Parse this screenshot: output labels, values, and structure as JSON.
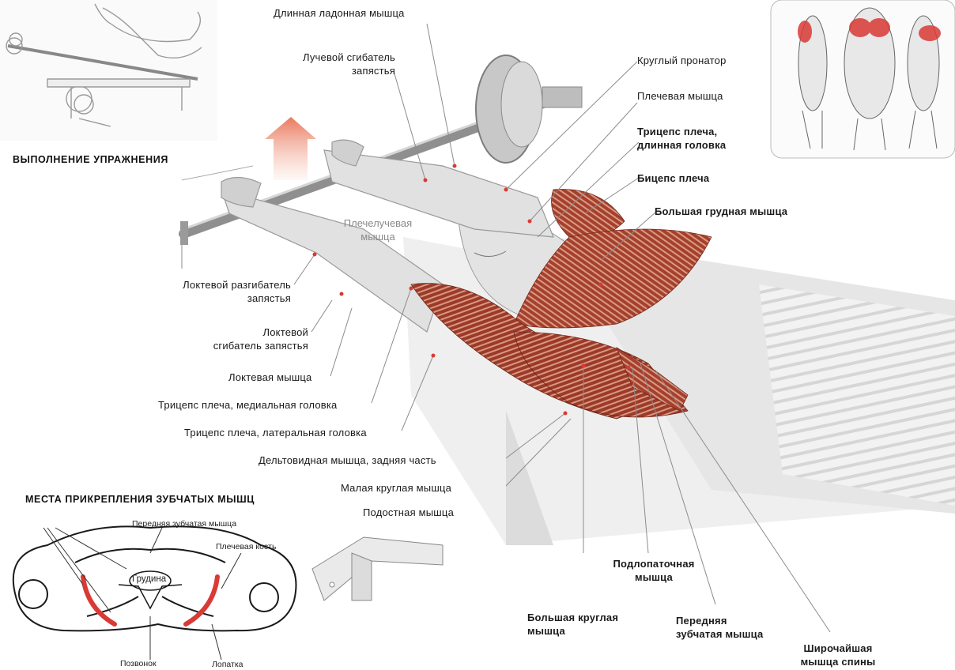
{
  "headings": {
    "execution": "ВЫПОЛНЕНИЕ УПРАЖНЕНИЯ",
    "attachments": "МЕСТА ПРИКРЕПЛЕНИЯ ЗУБЧАТЫХ МЫШЦ"
  },
  "labels": {
    "palmaris_longus": "Длинная ладонная мышца",
    "flexor_carpi_radialis": "Лучевой сгибатель\nзапястья",
    "pronator_teres": "Круглый пронатор",
    "brachialis": "Плечевая мышца",
    "triceps_long": "Трицепс плеча,\nдлинная головка",
    "biceps": "Бицепс плеча",
    "pectoralis_major": "Большая грудная мышца",
    "brachioradialis": "Плечелучевая\nмышца",
    "extensor_carpi_ulnaris": "Локтевой разгибатель\nзапястья",
    "flexor_carpi_ulnaris": "Локтевой\nсгибатель запястья",
    "anconeus": "Локтевая мышца",
    "triceps_medial": "Трицепс плеча, медиальная головка",
    "triceps_lateral": "Трицепс плеча, латеральная головка",
    "deltoid_posterior": "Дельтовидная мышца, задняя часть",
    "teres_minor": "Малая круглая мышца",
    "infraspinatus": "Подостная мышца",
    "subscapularis": "Подлопаточная\nмышца",
    "teres_major": "Большая круглая\nмышца",
    "serratus_anterior": "Передняя\nзубчатая мышца",
    "latissimus_dorsi": "Широчайшая\nмышца спины"
  },
  "diagram": {
    "serratus": "Передняя зубчатая мышца",
    "humerus": "Плечевая кость",
    "sternum": "Грудина",
    "vertebra": "Позвонок",
    "scapula": "Лопатка"
  },
  "colors": {
    "muscle": "#a8432f",
    "highlight": "#d93a35",
    "arrow": "#e9795e",
    "sketch": "#b5b5b5"
  }
}
